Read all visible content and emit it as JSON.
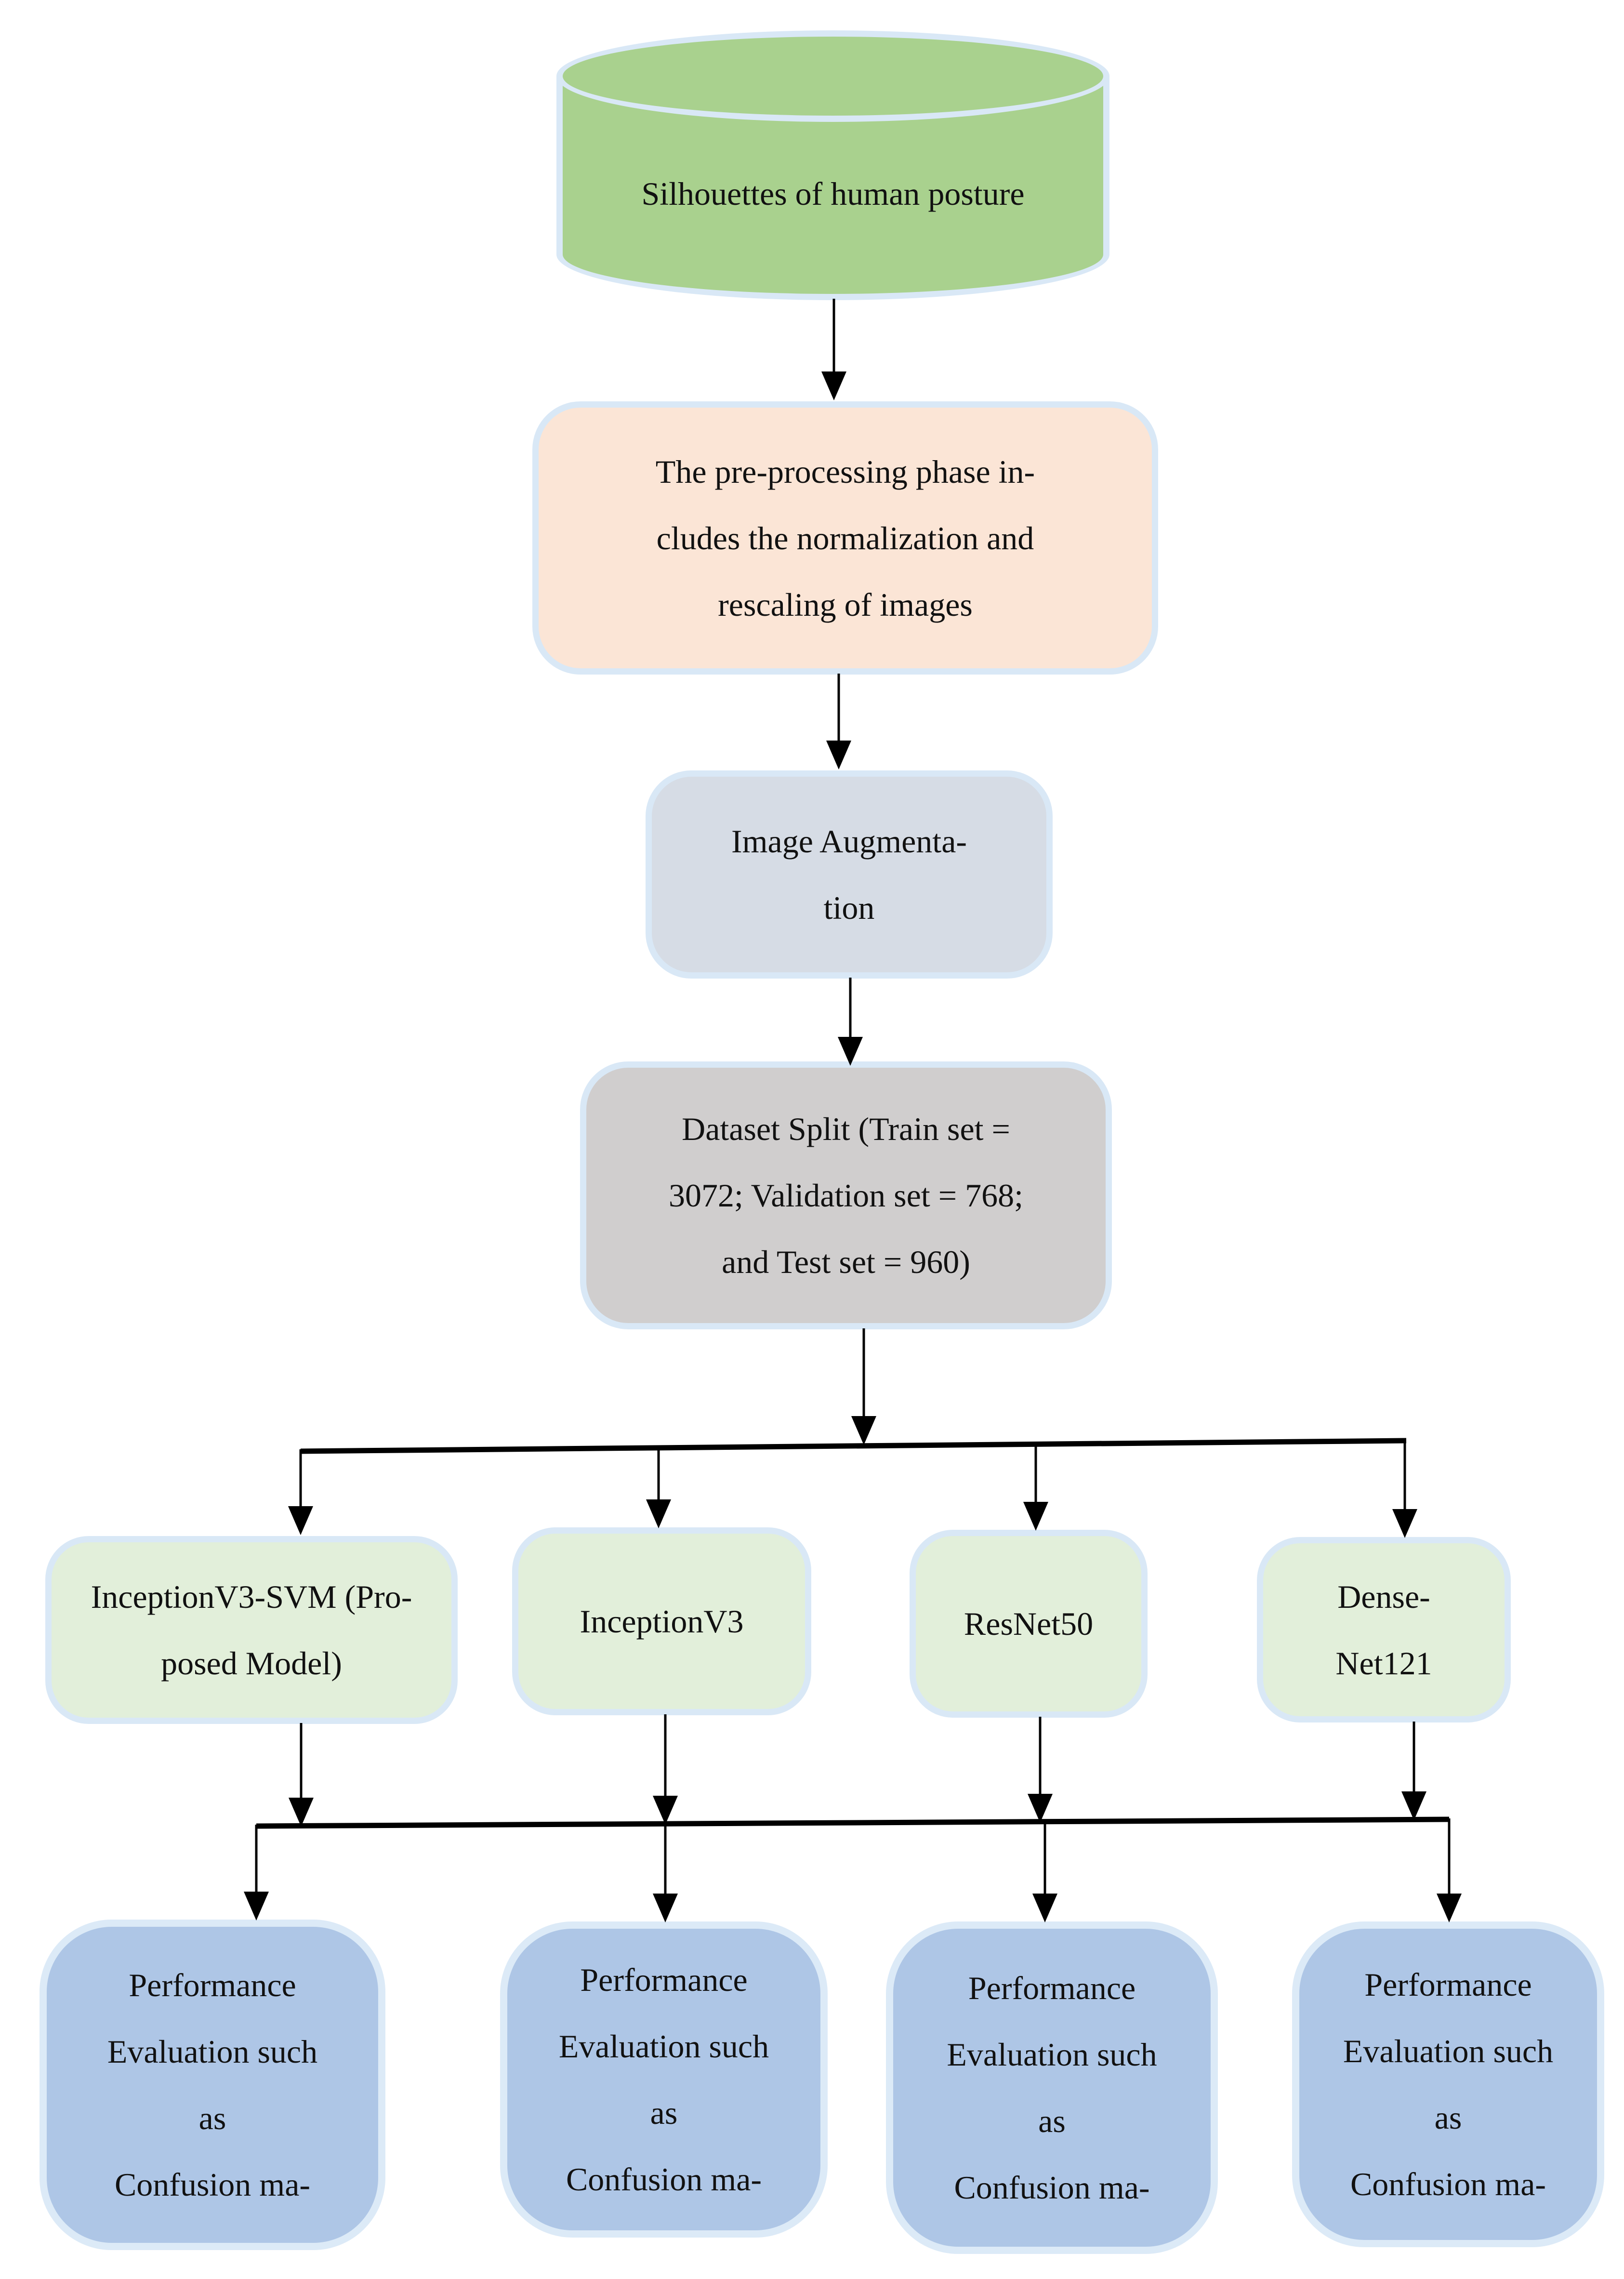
{
  "nodes": {
    "dataset": {
      "label": "Silhouettes of human posture"
    },
    "preprocessing": {
      "lines": [
        "The pre-processing phase in-",
        "cludes the normalization and",
        "rescaling of images"
      ]
    },
    "augmentation": {
      "lines": [
        "Image Augmenta-",
        "tion"
      ]
    },
    "split": {
      "lines": [
        "Dataset Split (Train set =",
        "3072; Validation set = 768;",
        "and Test set = 960)"
      ]
    },
    "models": [
      {
        "id": "inceptionv3-svm",
        "lines": [
          "InceptionV3-SVM (Pro-",
          "posed Model)"
        ]
      },
      {
        "id": "inceptionv3",
        "lines": [
          "InceptionV3"
        ]
      },
      {
        "id": "resnet50",
        "lines": [
          "ResNet50"
        ]
      },
      {
        "id": "densenet121",
        "lines": [
          "Dense-",
          "Net121"
        ]
      }
    ],
    "evaluations": [
      {
        "lines": [
          "Performance",
          "Evaluation such",
          "as",
          "Confusion ma-"
        ]
      },
      {
        "lines": [
          "Performance",
          "Evaluation such",
          "as",
          "Confusion ma-"
        ]
      },
      {
        "lines": [
          "Performance",
          "Evaluation such",
          "as",
          "Confusion ma-"
        ]
      },
      {
        "lines": [
          "Performance",
          "Evaluation such",
          "as",
          "Confusion ma-"
        ]
      }
    ],
    "colors": {
      "database_fill": "#A9D18E",
      "preprocessing_fill": "#FBE5D6",
      "augmentation_fill": "#D6DCE5",
      "split_fill": "#D0CECE",
      "model_fill": "#E2EFDA",
      "evaluation_fill": "#AEC6E6",
      "node_border": "#D9E8F6",
      "evaluation_border": "#DCEAF7",
      "arrow": "#000000"
    }
  }
}
